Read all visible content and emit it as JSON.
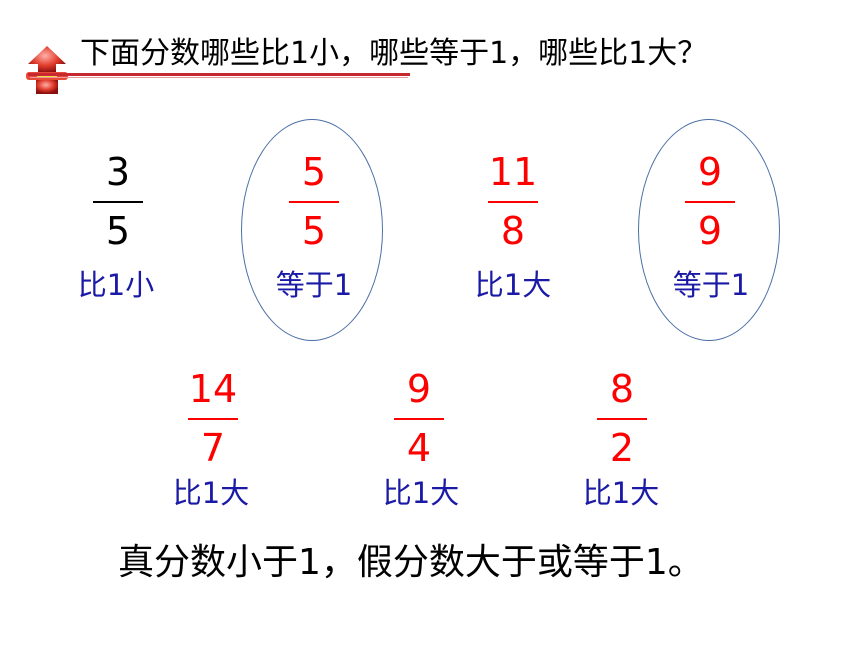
{
  "title": "下面分数哪些比1小，哪些等于1，哪些比1大？",
  "fractions": [
    {
      "numerator": "3",
      "denominator": "5",
      "label": "比1小"
    },
    {
      "numerator": "5",
      "denominator": "5",
      "label": "等于1"
    },
    {
      "numerator": "11",
      "denominator": "8",
      "label": "比1大"
    },
    {
      "numerator": "9",
      "denominator": "9",
      "label": "等于1"
    },
    {
      "numerator": "14",
      "denominator": "7",
      "label": "比1大"
    },
    {
      "numerator": "9",
      "denominator": "4",
      "label": "比1大"
    },
    {
      "numerator": "8",
      "denominator": "2",
      "label": "比1大"
    }
  ],
  "conclusion": "真分数小于1，假分数大于或等于1。",
  "colors": {
    "fraction_first": "#000000",
    "fraction_other": "#ff0000",
    "label": "#1a1aa6",
    "oval": "#4a6fa5",
    "title_line": "#c8282f"
  }
}
